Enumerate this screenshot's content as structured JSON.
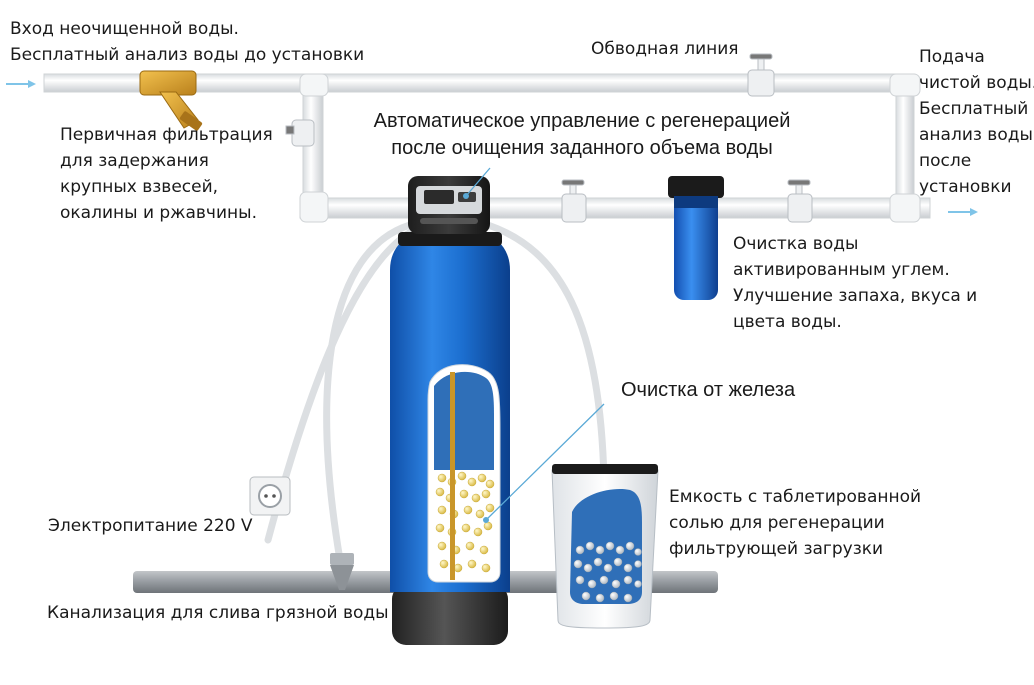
{
  "labels": {
    "inlet": [
      "Вход неочищенной воды.",
      "Бесплатный анализ воды до установки"
    ],
    "bypass": "Обводная линия",
    "outlet": [
      "Подача",
      "чистой воды.",
      "Бесплатный",
      "анализ воды",
      "после",
      "установки"
    ],
    "prefilter": [
      "Первичная фильтрация",
      "для задержания",
      "крупных взвесей,",
      "окалины и ржавчины."
    ],
    "auto_control": [
      "Автоматическое управление с регенерацией",
      "после очищения заданного объема воды"
    ],
    "carbon": [
      "Очистка воды",
      "активированным углем.",
      "Улучшение запаха, вкуса и",
      "цвета воды."
    ],
    "iron": "Очистка от железа",
    "brine": [
      "Емкость с таблетированной",
      "солью для регенерации",
      "фильтрующей загрузки"
    ],
    "power": "Электропитание 220 V",
    "drain": "Канализация для слива грязной воды"
  },
  "colors": {
    "pipe": "#eeeeee",
    "pipe_edge": "#cfd3d6",
    "tank_blue": "#1f6fd1",
    "tank_base": "#3a3a3a",
    "filter_brass": "#d9a227",
    "media_yellow": "#f3dc7b",
    "arrow": "#7fc4e8"
  },
  "icons": [
    "wall-socket-icon",
    "valve-icon",
    "flow-arrow-icon"
  ]
}
